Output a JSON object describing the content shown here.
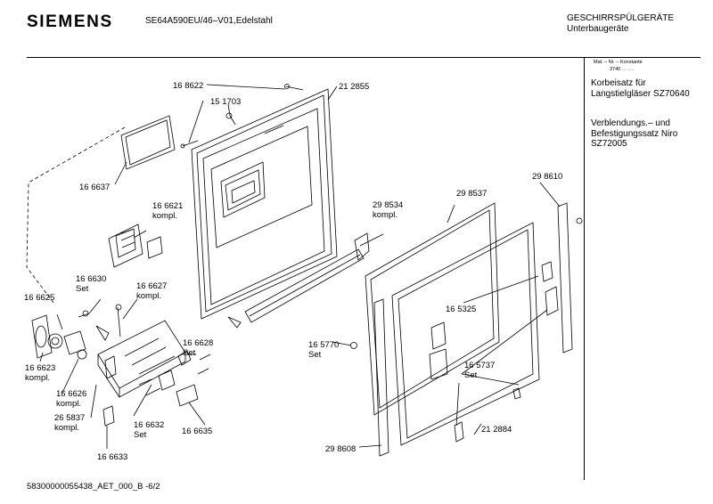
{
  "header": {
    "brand": "SIEMENS",
    "model": "SE64A590EU/46–V01,Edelstahl",
    "category_line1": "GESCHIRRSPÜLGERÄTE",
    "category_line2": "Unterbaugeräte"
  },
  "sidebar": {
    "mat_nr_label": "Mat. – Nr. – Konstante",
    "mat_nr_value": "3740  .  .  .  .  .",
    "info1": "Korbeisatz für Langstielgläser SZ70640",
    "info2": "Verblendungs.– und Befestigungssatz Niro SZ72005"
  },
  "footer": {
    "doc_id": "58300000055438_AET_000_B   -6/2"
  },
  "parts": [
    {
      "id": "p168622",
      "lines": [
        "16 8622"
      ]
    },
    {
      "id": "p212855",
      "lines": [
        "21 2855"
      ]
    },
    {
      "id": "p151703",
      "lines": [
        "15 1703"
      ]
    },
    {
      "id": "p166637",
      "lines": [
        "16 6637"
      ]
    },
    {
      "id": "p166621",
      "lines": [
        "16 6621",
        "kompl."
      ]
    },
    {
      "id": "p298534",
      "lines": [
        "29 8534",
        "kompl."
      ]
    },
    {
      "id": "p298537",
      "lines": [
        "29 8537"
      ]
    },
    {
      "id": "p298610",
      "lines": [
        "29 8610"
      ]
    },
    {
      "id": "p166630",
      "lines": [
        "16 6630",
        "Set"
      ]
    },
    {
      "id": "p166627",
      "lines": [
        "16 6627",
        "kompl."
      ]
    },
    {
      "id": "p166625",
      "lines": [
        "16 6625"
      ]
    },
    {
      "id": "p165325",
      "lines": [
        "16 5325"
      ]
    },
    {
      "id": "p166628",
      "lines": [
        "16 6628",
        "Set"
      ]
    },
    {
      "id": "p165770",
      "lines": [
        "16 5770",
        "Set"
      ]
    },
    {
      "id": "p165737",
      "lines": [
        "16 5737",
        "Set"
      ]
    },
    {
      "id": "p166623",
      "lines": [
        "16 6623",
        "kompl."
      ]
    },
    {
      "id": "p166626",
      "lines": [
        "16 6626",
        "kompl."
      ]
    },
    {
      "id": "p265837",
      "lines": [
        "26 5837",
        "kompl."
      ]
    },
    {
      "id": "p166632",
      "lines": [
        "16 6632",
        "Set"
      ]
    },
    {
      "id": "p166635",
      "lines": [
        "16 6635"
      ]
    },
    {
      "id": "p212884",
      "lines": [
        "21 2884"
      ]
    },
    {
      "id": "p298608",
      "lines": [
        "29 8608"
      ]
    },
    {
      "id": "p166633",
      "lines": [
        "16 6633"
      ]
    }
  ]
}
